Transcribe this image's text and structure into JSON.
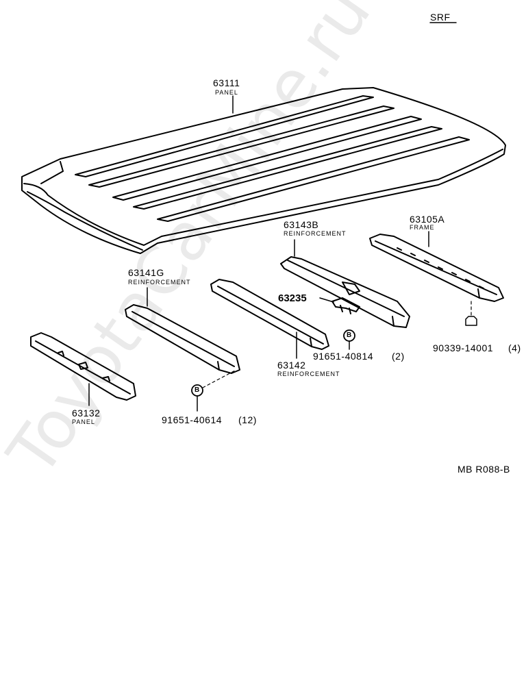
{
  "header": {
    "code": "SRF"
  },
  "diagram_ref": "MB R088-B",
  "watermark": "ToyotaCarMine.ru",
  "parts": [
    {
      "number": "63111",
      "name": "PANEL"
    },
    {
      "number": "63143B",
      "name": "REINFORCEMENT"
    },
    {
      "number": "63105A",
      "name": "FRAME"
    },
    {
      "number": "63141G",
      "name": "REINFORCEMENT"
    },
    {
      "number": "63235",
      "name": ""
    },
    {
      "number": "63142",
      "name": "REINFORCEMENT"
    },
    {
      "number": "63132",
      "name": "PANEL"
    }
  ],
  "fasteners": [
    {
      "number": "91651-40814",
      "qty": "(2)",
      "marker": "B"
    },
    {
      "number": "90339-14001",
      "qty": "(4)"
    },
    {
      "number": "91651-40614",
      "qty": "(12)",
      "marker": "B"
    }
  ]
}
